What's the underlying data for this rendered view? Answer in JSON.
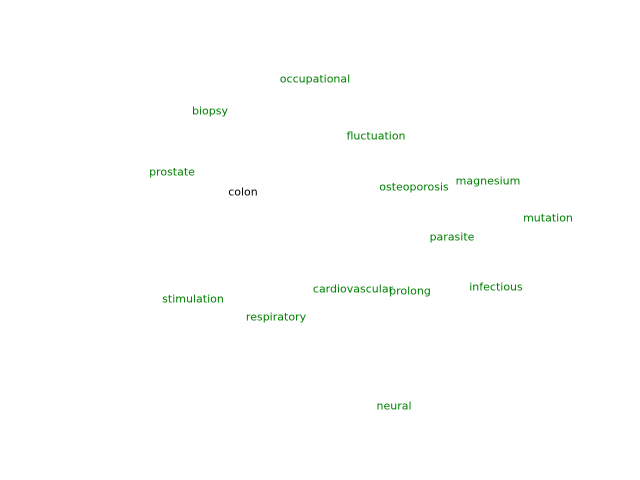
{
  "colors": {
    "background": "#ffffff",
    "term": "#008000",
    "highlight": "#000000"
  },
  "words": [
    {
      "text": "occupational",
      "color": "green"
    },
    {
      "text": "biopsy",
      "color": "green"
    },
    {
      "text": "fluctuation",
      "color": "green"
    },
    {
      "text": "prostate",
      "color": "green"
    },
    {
      "text": "colon",
      "color": "black"
    },
    {
      "text": "osteoporosis",
      "color": "green"
    },
    {
      "text": "magnesium",
      "color": "green"
    },
    {
      "text": "mutation",
      "color": "green"
    },
    {
      "text": "parasite",
      "color": "green"
    },
    {
      "text": "cardiovascular",
      "color": "green"
    },
    {
      "text": "prolong",
      "color": "green"
    },
    {
      "text": "infectious",
      "color": "green"
    },
    {
      "text": "stimulation",
      "color": "green"
    },
    {
      "text": "respiratory",
      "color": "green"
    },
    {
      "text": "neural",
      "color": "green"
    }
  ]
}
